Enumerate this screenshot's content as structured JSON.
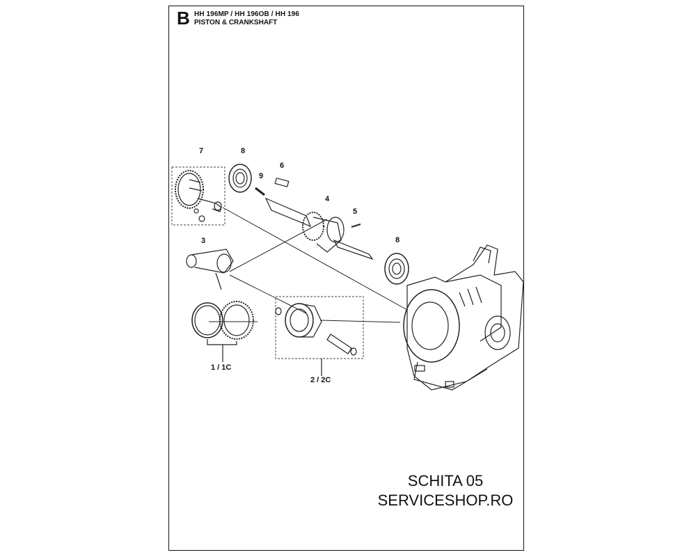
{
  "header": {
    "section_letter": "B",
    "models": "HH 196MP / HH 196OB / HH 196",
    "title": "PISTON & CRANKSHAFT"
  },
  "callouts": {
    "c7": "7",
    "c8a": "8",
    "c9": "9",
    "c6": "6",
    "c4": "4",
    "c5": "5",
    "c8b": "8",
    "c3": "3",
    "c1": "1 / 1C",
    "c2": "2 / 2C"
  },
  "footer": {
    "line1": "SCHITA 05",
    "line2": "SERVICESHOP.RO"
  }
}
